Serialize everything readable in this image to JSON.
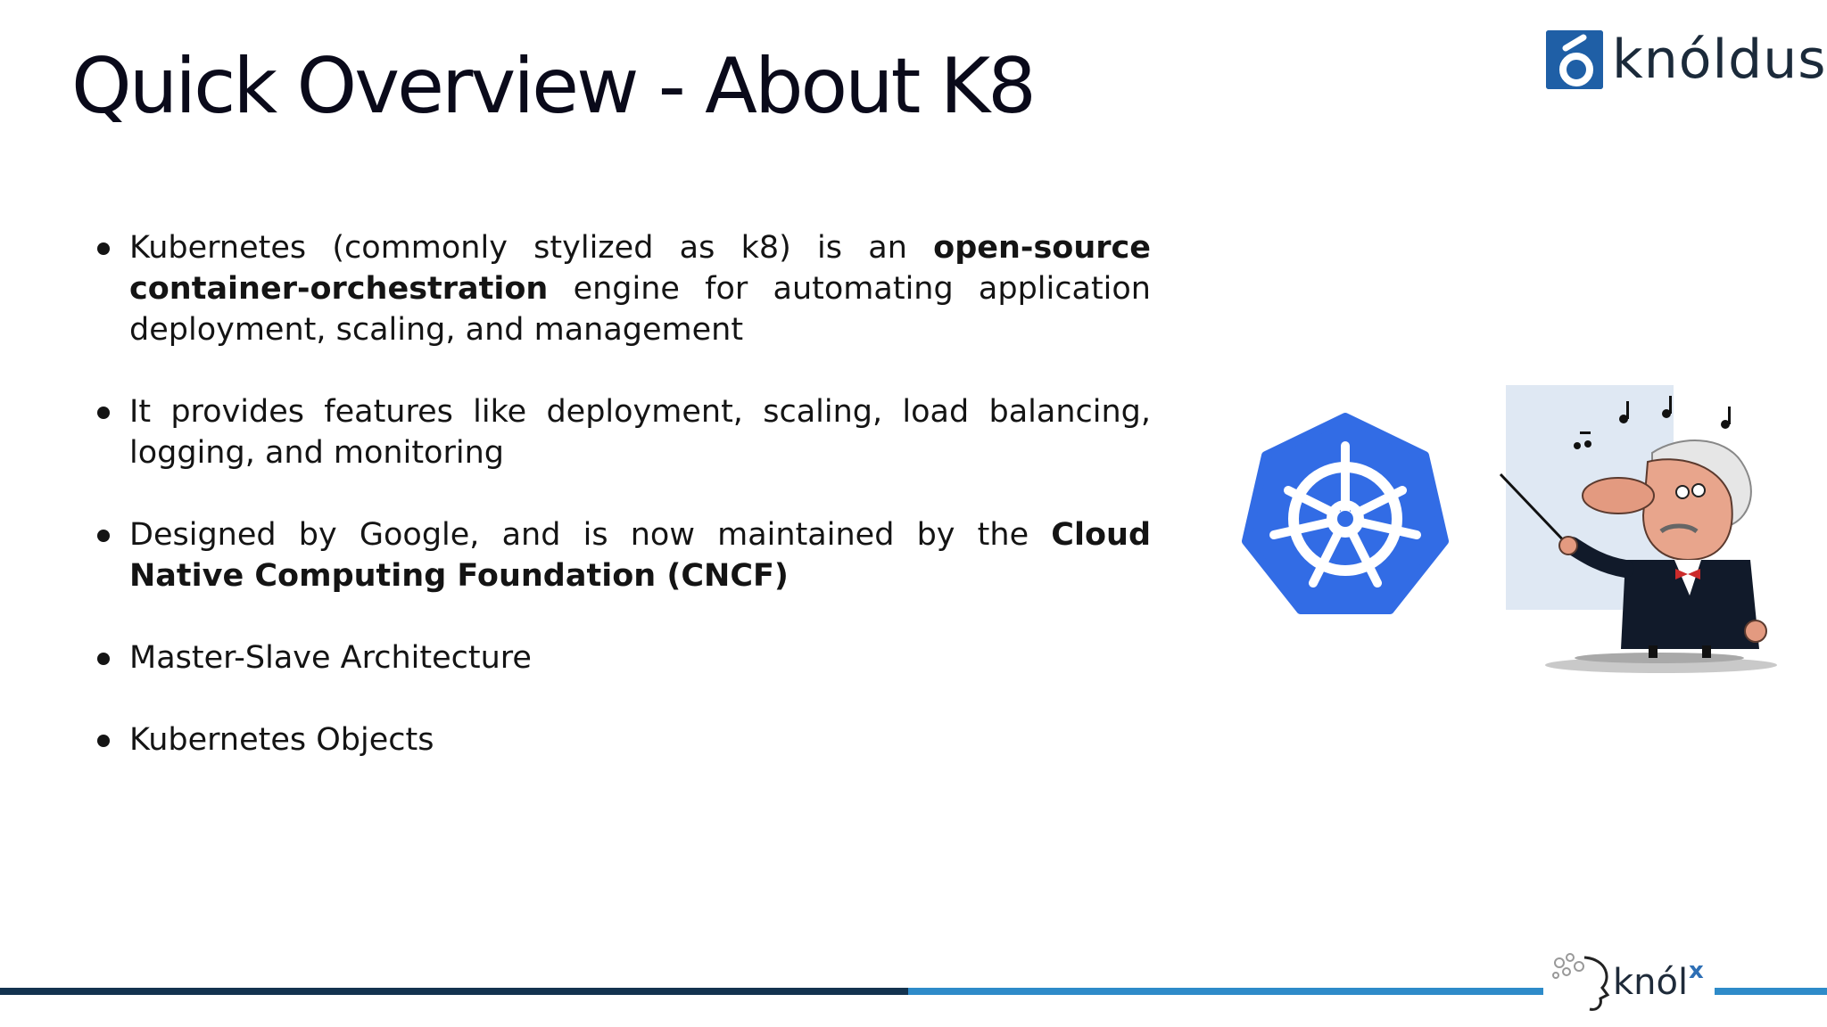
{
  "slide": {
    "title": "Quick Overview - About K8"
  },
  "brand": {
    "name": "knóldus",
    "accent_color": "#1f5fa6"
  },
  "bullets": [
    {
      "parts": [
        {
          "text": "Kubernetes (commonly stylized as k8) is an ",
          "bold": false
        },
        {
          "text": "open-source container-orchestration",
          "bold": true
        },
        {
          "text": " engine for automating application deployment, scaling, and management",
          "bold": false
        }
      ]
    },
    {
      "parts": [
        {
          "text": "It provides features like deployment, scaling, load balancing, logging, and monitoring",
          "bold": false
        }
      ]
    },
    {
      "parts": [
        {
          "text": "Designed by Google, and is now maintained by the ",
          "bold": false
        },
        {
          "text": "Cloud Native Computing Foundation (CNCF)",
          "bold": true
        }
      ]
    },
    {
      "parts": [
        {
          "text": "Master-Slave Architecture",
          "bold": false
        }
      ]
    },
    {
      "parts": [
        {
          "text": "Kubernetes Objects",
          "bold": false
        }
      ]
    }
  ],
  "images": {
    "kubernetes_logo": "kubernetes-wheel-icon",
    "conductor_illustration": "cartoon-conductor-icon",
    "kubernetes_color": "#326ce5"
  },
  "footer": {
    "knolx_text": "knól",
    "knolx_sup": "x",
    "bar_dark_color": "#13334f",
    "bar_light_color": "#2e8bc9"
  }
}
